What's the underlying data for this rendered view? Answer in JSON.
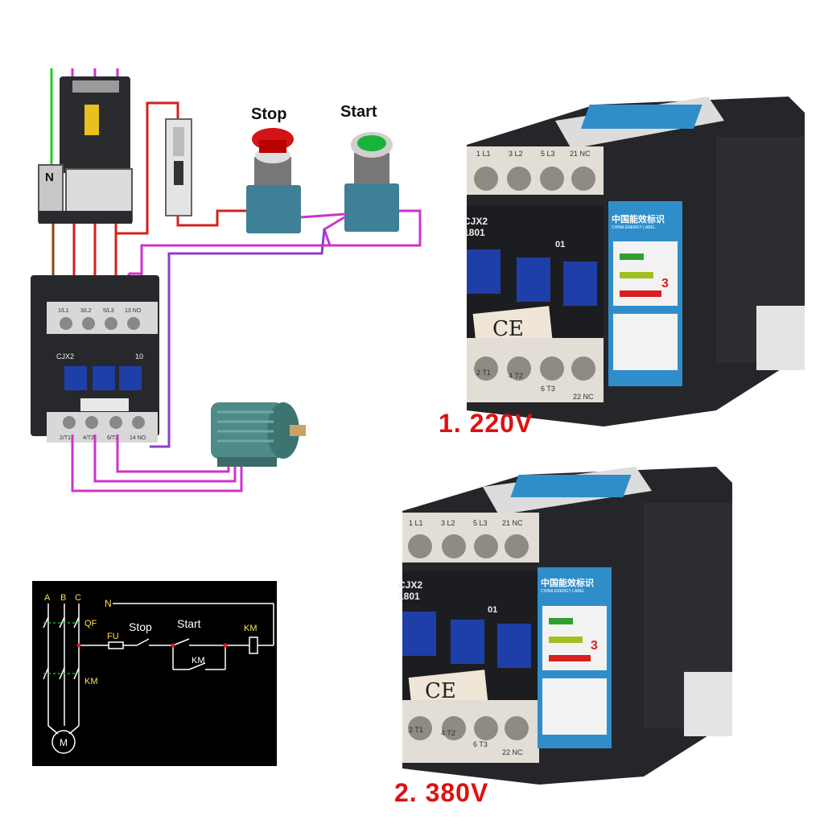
{
  "wiring": {
    "stop_label": "Stop",
    "start_label": "Start",
    "breaker_neutral": "N",
    "contactor_model": "CJX2",
    "contactor_no": "10",
    "terminals_top": [
      "1/L1",
      "3/L2",
      "5/L3",
      "13 NO"
    ],
    "terminals_bottom": [
      "2/T1",
      "4/T2",
      "6/T3",
      "14 NO"
    ]
  },
  "products": [
    {
      "caption": "1. 220V",
      "model_line1": "CJX2",
      "model_line2": "1801",
      "contact_tag": "01",
      "terminals_top": [
        "1 L1",
        "3 L2",
        "5 L3",
        "21 NC"
      ],
      "terminals_bottom": [
        "2 T1",
        "4 T2",
        "6 T3",
        "22 NC"
      ],
      "energy_label_title": "中国能效标识",
      "energy_label_sub": "CHINA ENERGY LABEL",
      "energy_grade": "3",
      "ce_mark": "CE"
    },
    {
      "caption": "2. 380V",
      "model_line1": "CJX2",
      "model_line2": "1801",
      "contact_tag": "01",
      "terminals_top": [
        "1 L1",
        "3 L2",
        "5 L3",
        "21 NC"
      ],
      "terminals_bottom": [
        "2 T1",
        "4 T2",
        "6 T3",
        "22 NC"
      ],
      "energy_label_title": "中国能效标识",
      "energy_label_sub": "CHINA ENERGY LABEL",
      "energy_grade": "3",
      "ce_mark": "CE"
    }
  ],
  "schematic": {
    "phases": [
      "A",
      "B",
      "C"
    ],
    "neutral": "N",
    "breaker": "QF",
    "fuse": "FU",
    "stop": "Stop",
    "start": "Start",
    "coil": "KM",
    "aux_contact": "KM",
    "main_contact": "KM",
    "motor": "M"
  },
  "colors": {
    "caption_red": "#e01010",
    "wire_red": "#d42020",
    "wire_magenta": "#cc33cc",
    "wire_purple": "#8a3fc9",
    "wire_green": "#22cc22",
    "contactor_dark": "#222326",
    "contactor_blue": "#1f3fa8",
    "label_blue": "#2f8ec9"
  }
}
